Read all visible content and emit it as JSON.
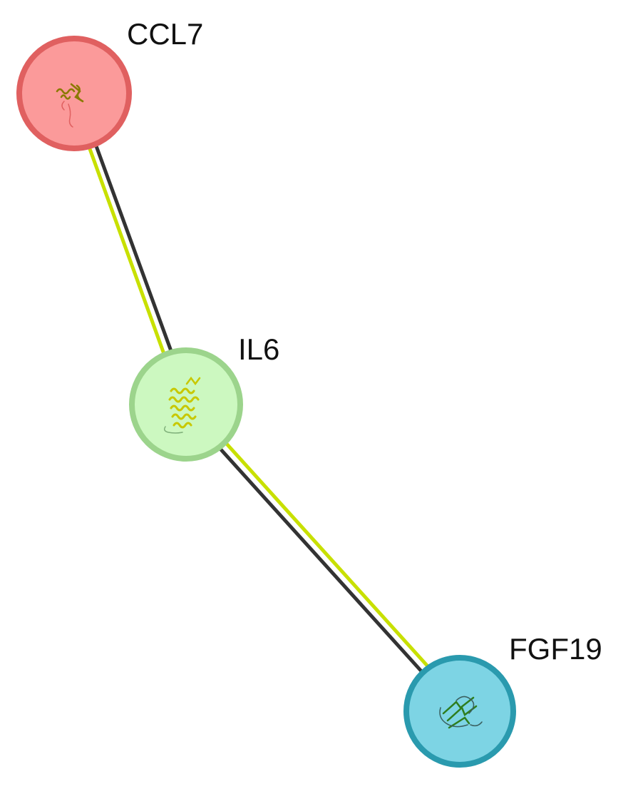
{
  "network": {
    "nodes": [
      {
        "id": "ccl7",
        "label": "CCL7",
        "fill": "#fb9a9a",
        "stroke": "#e06060",
        "structure_color": "#8a7a00"
      },
      {
        "id": "il6",
        "label": "IL6",
        "fill": "#ccf8c0",
        "stroke": "#9cd48c",
        "structure_color": "#c8c800"
      },
      {
        "id": "fgf19",
        "label": "FGF19",
        "fill": "#7dd4e4",
        "stroke": "#2a9aae",
        "structure_color": "#2e7d1e"
      }
    ],
    "edges": [
      {
        "from": "ccl7",
        "to": "il6",
        "colors": [
          "#333333",
          "#c8e000"
        ]
      },
      {
        "from": "il6",
        "to": "fgf19",
        "colors": [
          "#333333",
          "#c8e000"
        ]
      }
    ]
  }
}
